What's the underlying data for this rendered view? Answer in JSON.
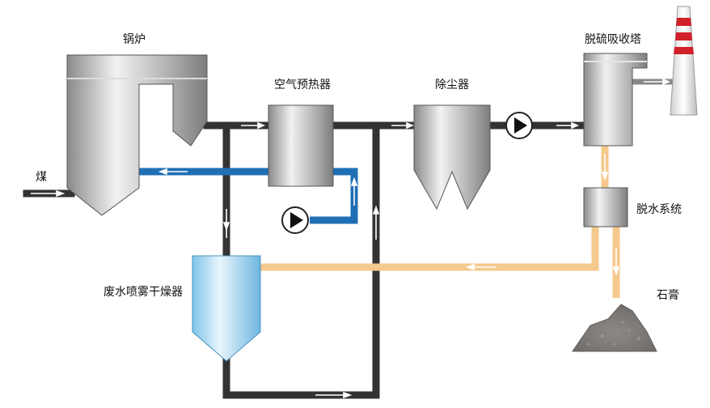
{
  "labels": {
    "boiler": "锅炉",
    "air_preheater": "空气预热器",
    "dust_collector": "除尘器",
    "desulfurization_tower": "脱硫吸收塔",
    "coal": "煤",
    "dewatering_system": "脱水系统",
    "gypsum": "石膏",
    "spray_dryer": "废水喷雾干燥器"
  },
  "colors": {
    "flue_gas_pipe": "#333333",
    "air_pipe": "#1f6fb5",
    "wastewater_pipe": "#f5c98c",
    "equipment_metal": "#a9a9a9",
    "spray_dryer_body": "#bfe3f7",
    "chimney_band": "#d0202a"
  }
}
